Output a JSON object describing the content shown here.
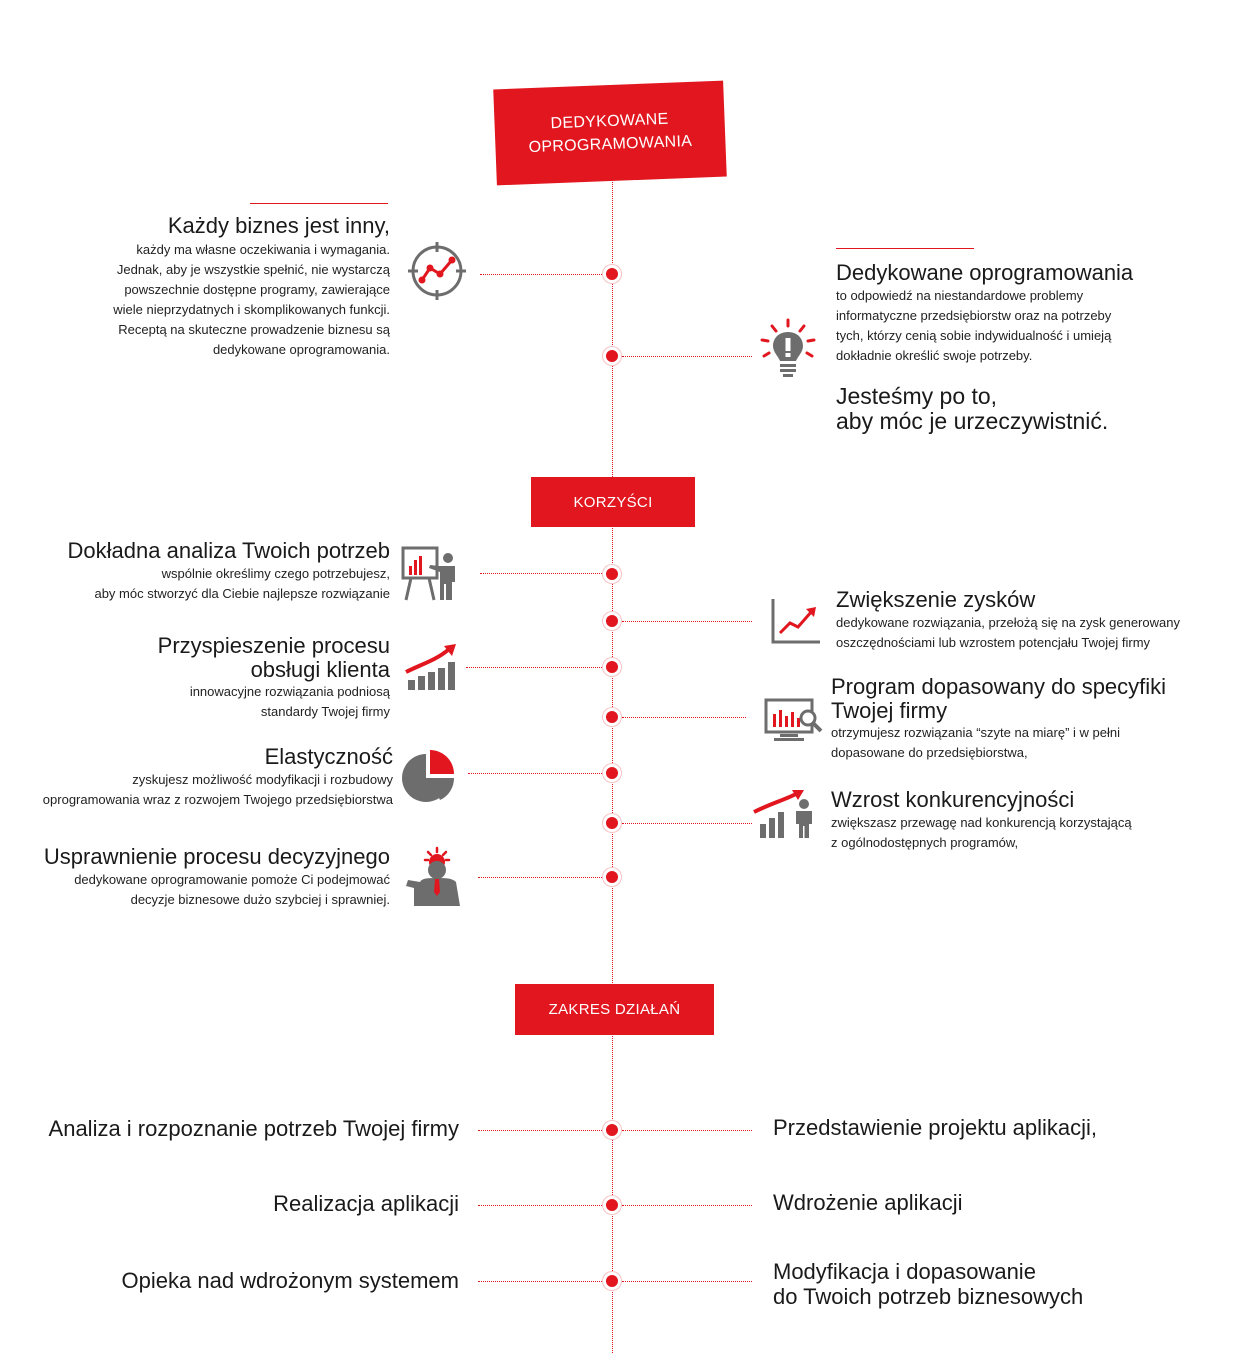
{
  "colors": {
    "accent": "#e1161e",
    "icon_gray": "#6d6d6d",
    "text": "#1a1a1a"
  },
  "hero": {
    "line1": "DEDYKOWANE",
    "line2": "OPROGRAMOWANIA"
  },
  "intro_left": {
    "title": "Każdy biznes jest inny,",
    "lines": [
      "każdy ma własne oczekiwania i wymagania.",
      "Jednak, aby je wszystkie spełnić, nie wystarczą",
      "powszechnie dostępne programy, zawierające",
      "wiele nieprzydatnych i skomplikowanych funkcji.",
      "Receptą na skuteczne prowadzenie biznesu są",
      "dedykowane oprogramowania."
    ],
    "icon": "target-chart-icon"
  },
  "intro_right": {
    "title": "Dedykowane oprogramowania",
    "lines": [
      "to odpowiedź na niestandardowe problemy",
      "informatyczne przedsiębiorstw oraz na potrzeby",
      "tych, którzy cenią sobie indywidualność i umieją",
      "dokładnie określić swoje potrzeby."
    ],
    "tag_line1": "Jesteśmy po to,",
    "tag_line2": "aby móc je urzeczywistnić.",
    "icon": "lightbulb-icon"
  },
  "benefits_badge": "KORZYŚCI",
  "benefits_left": [
    {
      "title": "Dokładna analiza Twoich potrzeb",
      "lines": [
        "wspólnie określimy czego potrzebujesz,",
        "aby móc stworzyć dla Ciebie najlepsze rozwiązanie"
      ],
      "icon": "presentation-icon"
    },
    {
      "title_line1": "Przyspieszenie procesu",
      "title_line2": "obsługi klienta",
      "lines": [
        "innowacyjne rozwiązania podniosą",
        "standardy Twojej firmy"
      ],
      "icon": "growth-bars-icon"
    },
    {
      "title": "Elastyczność",
      "lines": [
        "zyskujesz możliwość modyfikacji i rozbudowy",
        "oprogramowania wraz z rozwojem Twojego przedsiębiorstwa"
      ],
      "icon": "pie-chart-icon"
    },
    {
      "title": "Usprawnienie procesu decyzyjnego",
      "lines": [
        "dedykowane oprogramowanie pomoże Ci podejmować",
        "decyzje biznesowe dużo szybciej i sprawniej."
      ],
      "icon": "idea-person-icon"
    }
  ],
  "benefits_right": [
    {
      "title": "Zwiększenie zysków",
      "lines": [
        "dedykowane rozwiązania, przełożą się na zysk generowany",
        "oszczędnościami lub wzrostem potencjału Twojej firmy"
      ],
      "icon": "line-chart-icon"
    },
    {
      "title_line1": "Program dopasowany do specyfiki",
      "title_line2": "Twojej firmy",
      "lines": [
        "otrzymujesz rozwiązania “szyte na miarę” i w pełni",
        "dopasowane do przedsiębiorstwa,"
      ],
      "icon": "monitor-search-icon"
    },
    {
      "title": "Wzrost konkurencyjności",
      "lines": [
        "zwiększasz przewagę nad konkurencją korzystającą",
        "z ogólnodostępnych programów,"
      ],
      "icon": "growth-person-icon"
    }
  ],
  "scope_badge": "ZAKRES DZIAŁAŃ",
  "scope_left": [
    "Analiza i rozpoznanie potrzeb Twojej firmy",
    "Realizacja aplikacji",
    "Opieka nad wdrożonym systemem"
  ],
  "scope_right": [
    "Przedstawienie projektu aplikacji,",
    "Wdrożenie aplikacji"
  ],
  "scope_right_last": {
    "line1": "Modyfikacja i dopasowanie",
    "line2": "do Twoich potrzeb biznesowych"
  }
}
